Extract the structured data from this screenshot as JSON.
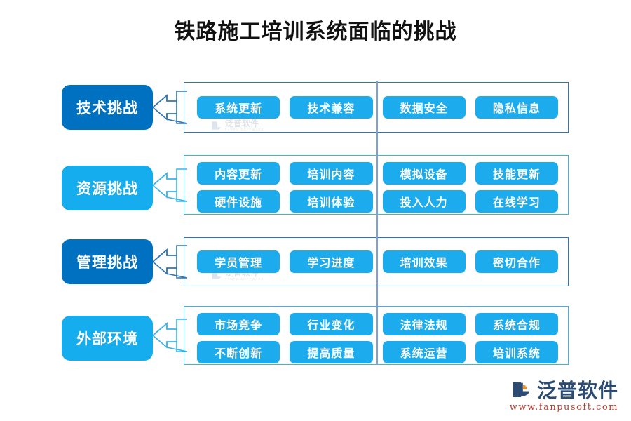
{
  "title": "铁路施工培训系统面临的挑战",
  "colors": {
    "label_dark": "#0070C0",
    "label_light": "#16ADEE",
    "pill": "#1CABEC",
    "box_border_dark": "#2E75B6",
    "box_border_light": "#36B4EE",
    "divider": "#7B9FE0",
    "background": "#FFFFFF",
    "title_text": "#111111",
    "brand_name": "#2B4B73",
    "brand_url": "#C0392B"
  },
  "rows": [
    {
      "label": "技术挑战",
      "label_style": "dark",
      "box_style": "dark",
      "items": [
        "系统更新",
        "技术兼容",
        "数据安全",
        "隐私信息"
      ]
    },
    {
      "label": "资源挑战",
      "label_style": "light",
      "box_style": "light",
      "items": [
        "内容更新",
        "培训内容",
        "模拟设备",
        "技能更新",
        "硬件设施",
        "培训体验",
        "投入人力",
        "在线学习"
      ]
    },
    {
      "label": "管理挑战",
      "label_style": "dark",
      "box_style": "dark",
      "items": [
        "学员管理",
        "学习进度",
        "培训效果",
        "密切合作"
      ]
    },
    {
      "label": "外部环境",
      "label_style": "light",
      "box_style": "light",
      "items": [
        "市场竞争",
        "行业变化",
        "法律法规",
        "系统合规",
        "不断创新",
        "提高质量",
        "系统运营",
        "培训系统"
      ]
    }
  ],
  "watermark": {
    "cn": "泛普软件",
    "en": "FANPU SOFTWARE"
  },
  "brand": {
    "name": "泛普软件",
    "url": "www.fanpusoft.com",
    "mark_icon": "fanpu-swirl-logo-icon"
  }
}
